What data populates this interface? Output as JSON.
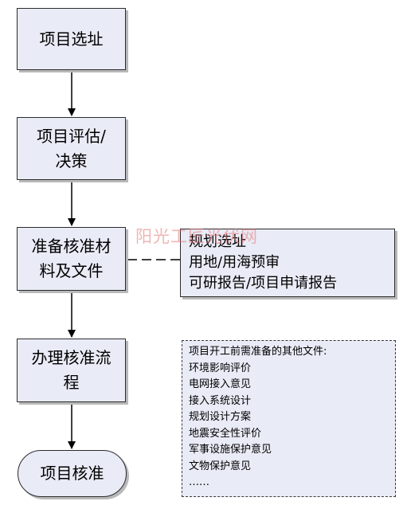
{
  "flow": {
    "step1": "项目选址",
    "step2": "项目评估/\n决策",
    "step3": "准备核准材\n料及文件",
    "step4": "办理核准流\n程",
    "step5": "项目核准"
  },
  "docs": {
    "items": [
      "规划选址",
      "用地/用海预审",
      "可研报告/项目申请报告"
    ]
  },
  "other_docs": {
    "title": "项目开工前需准备的其他文件:",
    "items": [
      "环境影响评价",
      "电网接入意见",
      "接入系统设计",
      "规划设计方案",
      "地震安全性评价",
      "军事设施保护意见",
      "文物保护意见",
      "……"
    ]
  },
  "watermark": "阳光工匠光伏网",
  "colors": {
    "box_fill": "#e9ebf6",
    "box_border": "#2b2b2b",
    "box_shadow": "#b9b9b9"
  }
}
